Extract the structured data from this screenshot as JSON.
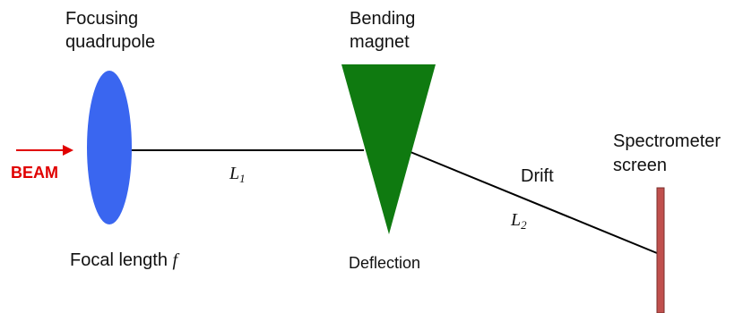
{
  "beam": {
    "label": "BEAM",
    "color": "#e00000"
  },
  "quadrupole": {
    "title_line1": "Focusing",
    "title_line2": "quadrupole",
    "focal_label": "Focal length",
    "focal_symbol": "f",
    "color": "#3a66f0"
  },
  "magnet": {
    "title_line1": "Bending",
    "title_line2": "magnet",
    "caption": "Deflection",
    "color": "#0f7a10"
  },
  "screen": {
    "title_line1": "Spectrometer",
    "title_line2": "screen",
    "color": "#c0504d"
  },
  "segments": {
    "L1": {
      "symbol": "L",
      "subscript": "1"
    },
    "L2": {
      "symbol": "L",
      "subscript": "2"
    },
    "drift_label": "Drift"
  }
}
